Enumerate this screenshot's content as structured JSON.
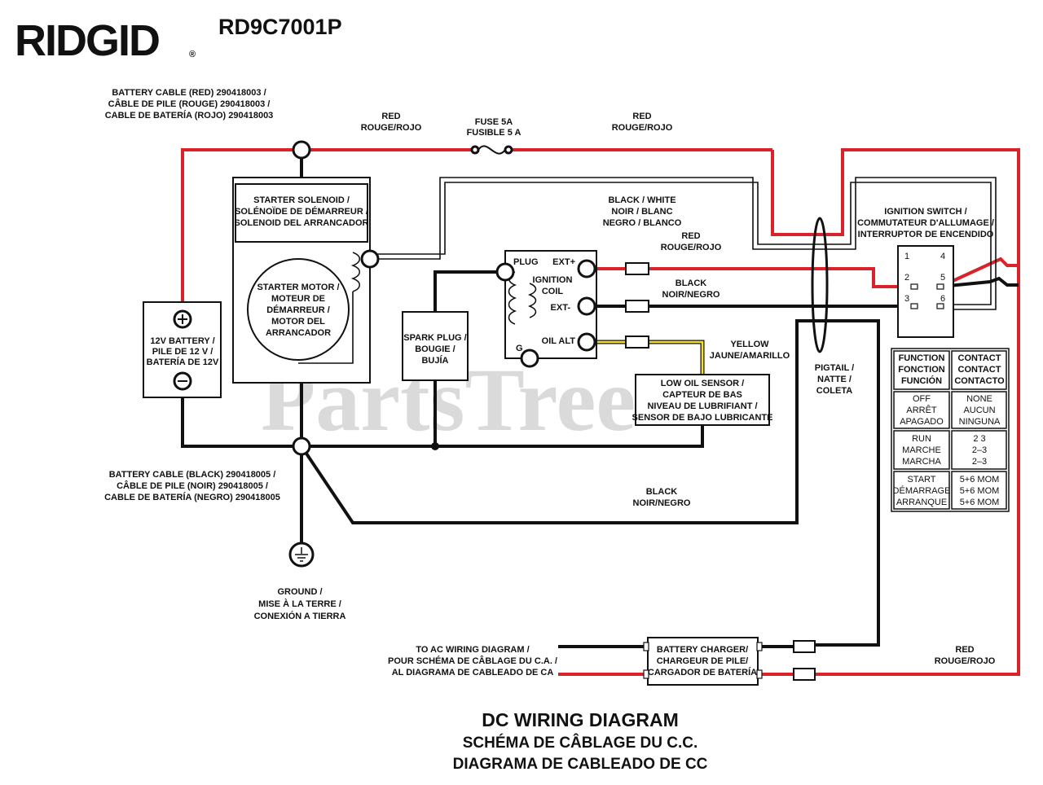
{
  "header": {
    "brand": "RIDGID",
    "model": "RD9C7001P"
  },
  "watermark": "PartsTree",
  "labels": {
    "battery_cable_red": [
      "BATTERY CABLE (RED) 290418003 /",
      "CÂBLE DE PILE (ROUGE) 290418003 /",
      "CABLE DE BATERÍA (ROJO) 290418003"
    ],
    "red_1": [
      "RED",
      "ROUGE/ROJO"
    ],
    "fuse": [
      "FUSE 5A",
      "FUSIBLE 5 A"
    ],
    "red_2": [
      "RED",
      "ROUGE/ROJO"
    ],
    "starter_solenoid": [
      "STARTER SOLENOID /",
      "SOLÉNOÏDE DE DÉMARREUR /",
      "SOLENOID DEL ARRANCADOR"
    ],
    "starter_motor": [
      "STARTER MOTOR /",
      "MOTEUR DE",
      "DÉMARREUR /",
      "MOTOR DEL",
      "ARRANCADOR"
    ],
    "black_white": [
      "BLACK / WHITE",
      "NOIR / BLANC",
      "NEGRO / BLANCO"
    ],
    "red_3": [
      "RED",
      "ROUGE/ROJO"
    ],
    "black_1": [
      "BLACK",
      "NOIR/NEGRO"
    ],
    "ignition_switch": [
      "IGNITION SWITCH /",
      "COMMUTATEUR D'ALLUMAGE /",
      "INTERRUPTOR DE ENCENDIDO"
    ],
    "switch_pins": [
      "1",
      "4",
      "2",
      "5",
      "3",
      "6"
    ],
    "battery": [
      "12V BATTERY /",
      "PILE DE 12 V /",
      "BATERÍA DE 12V"
    ],
    "plug": "PLUG",
    "ext_plus": "EXT+",
    "ignition_coil": [
      "IGNITION",
      "COIL"
    ],
    "ext_minus": "EXT-",
    "oil_alt": "OIL ALT",
    "g": "G",
    "spark_plug": [
      "SPARK PLUG /",
      "BOUGIE /",
      "BUJÍA"
    ],
    "yellow": [
      "YELLOW",
      "JAUNE/AMARILLO"
    ],
    "low_oil": [
      "LOW OIL SENSOR /",
      "CAPTEUR DE BAS",
      "NIVEAU DE LUBRIFIANT /",
      "SENSOR DE BAJO LUBRICANTE"
    ],
    "pigtail": [
      "PIGTAIL /",
      "NATTE /",
      "COLETA"
    ],
    "battery_cable_black": [
      "BATTERY CABLE (BLACK) 290418005 /",
      "CÂBLE DE PILE (NOIR) 290418005 /",
      "CABLE DE BATERÍA (NEGRO) 290418005"
    ],
    "black_2": [
      "BLACK",
      "NOIR/NEGRO"
    ],
    "ground": [
      "GROUND /",
      "MISE À LA TERRE /",
      "CONEXIÓN A TIERRA"
    ],
    "to_ac": [
      "TO AC WIRING DIAGRAM /",
      "POUR SCHÉMA DE CÂBLAGE DU C.A. /",
      "AL DIAGRAMA DE CABLEADO DE CA"
    ],
    "charger": [
      "BATTERY CHARGER/",
      "CHARGEUR DE PILE/",
      "CARGADOR DE BATERÍA"
    ],
    "red_4": [
      "RED",
      "ROUGE/ROJO"
    ]
  },
  "switch_table": {
    "headers": [
      [
        "FUNCTION",
        "FONCTION",
        "FUNCIÓN"
      ],
      [
        "CONTACT",
        "CONTACT",
        "CONTACTO"
      ]
    ],
    "rows": [
      {
        "function": [
          "OFF",
          "ARRÊT",
          "APAGADO"
        ],
        "contact": [
          "NONE",
          "AUCUN",
          "NINGUNA"
        ]
      },
      {
        "function": [
          "RUN",
          "MARCHE",
          "MARCHA"
        ],
        "contact": [
          "2  3",
          "2–3",
          "2–3"
        ]
      },
      {
        "function": [
          "START",
          "DÉMARRAGE",
          "ARRANQUE"
        ],
        "contact": [
          "5+6 MOM",
          "5+6 MOM",
          "5+6 MOM"
        ]
      }
    ]
  },
  "title": [
    "DC WIRING DIAGRAM",
    "SCHÉMA DE CÂBLAGE DU C.C.",
    "DIAGRAMA DE CABLEADO DE CC"
  ],
  "colors": {
    "red_wire": "#d8232a",
    "black_wire": "#111111",
    "yellow_wire": "#f2e21c",
    "watermark": "#bdbdbd"
  }
}
